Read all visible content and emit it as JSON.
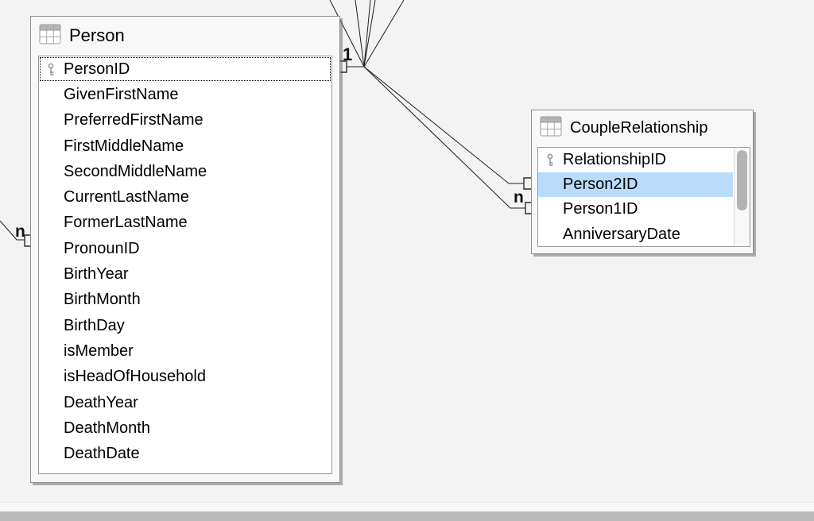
{
  "diagram": {
    "person_table": {
      "title": "Person",
      "primary_key_field": "PersonID",
      "focused_field": "PersonID",
      "fields": [
        "PersonID",
        "GivenFirstName",
        "PreferredFirstName",
        "FirstMiddleName",
        "SecondMiddleName",
        "CurrentLastName",
        "FormerLastName",
        "PronounID",
        "BirthYear",
        "BirthMonth",
        "BirthDay",
        "isMember",
        "isHeadOfHousehold",
        "DeathYear",
        "DeathMonth",
        "DeathDate"
      ]
    },
    "couple_table": {
      "title": "CoupleRelationship",
      "primary_key_field": "RelationshipID",
      "selected_field": "Person2ID",
      "fields": [
        "RelationshipID",
        "Person2ID",
        "Person1ID",
        "AnniversaryDate"
      ]
    },
    "cardinality_labels": {
      "person_right": "1",
      "couple_left": "n",
      "person_left": "n"
    },
    "colors": {
      "canvas_background": "#f3f3f4",
      "row_selection_blue": "#b9dcfa",
      "relationship_line": "#1c1c1c",
      "scrollbar_thumb": "#b4b4b4",
      "bottom_scrollbar_band": "#b9b9ba"
    }
  }
}
